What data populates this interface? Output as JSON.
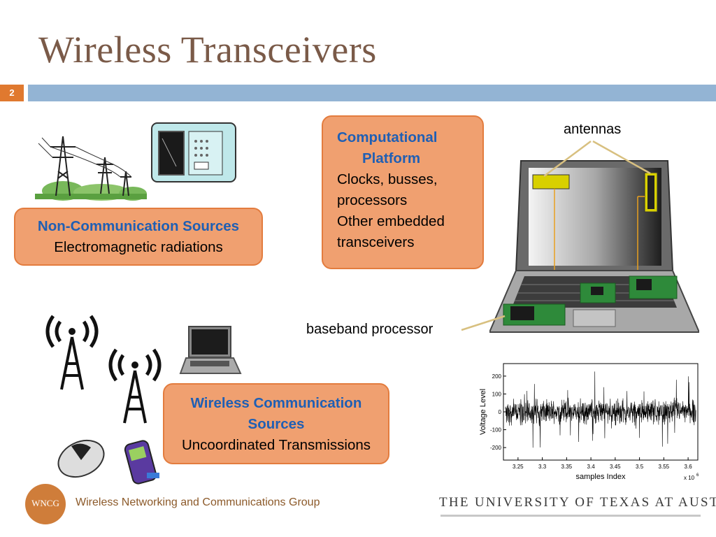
{
  "slide": {
    "title": "Wireless Transceivers",
    "number": "2"
  },
  "boxes": {
    "non_comm": {
      "heading": "Non-Communication Sources",
      "body": "Electromagnetic radiations"
    },
    "computational": {
      "heading_line1": "Computational",
      "heading_line2": "Platform",
      "lines": [
        "Clocks, busses,",
        "processors",
        "Other embedded",
        "transceivers"
      ]
    },
    "wireless_comm": {
      "heading_line1": "Wireless Communication",
      "heading_line2": "Sources",
      "body": "Uncoordinated Transmissions"
    }
  },
  "labels": {
    "antennas": "antennas",
    "baseband": "baseband processor"
  },
  "footer": {
    "group": "Wireless Networking and Communications Group",
    "university": "THE UNIVERSITY OF TEXAS AT AUSTIN",
    "logo_text": "WNCG"
  },
  "colors": {
    "title": "#7a5a48",
    "accent_orange": "#e0792f",
    "box_fill": "#f0a070",
    "heading_blue": "#1f5fb4",
    "bar_blue": "#93b4d4"
  },
  "chart_data": {
    "type": "line",
    "xlabel": "samples Index",
    "ylabel": "Voltage Level",
    "x_multiplier_label": "x 10",
    "x_multiplier_exp": "6",
    "xticks": [
      "3.25",
      "3.3",
      "3.35",
      "3.4",
      "3.45",
      "3.5",
      "3.55",
      "3.6"
    ],
    "yticks": [
      "200",
      "100",
      "0",
      "-100",
      "-200"
    ],
    "xlim": [
      3.22,
      3.62
    ],
    "ylim": [
      -270,
      270
    ],
    "series": [
      {
        "description": "noisy voltage trace",
        "amplitude_typical": 60,
        "amplitude_peak": 250
      }
    ]
  }
}
